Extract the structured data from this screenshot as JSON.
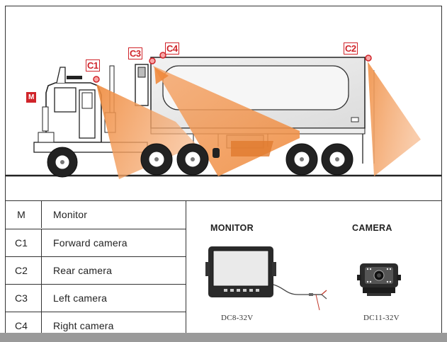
{
  "labels": {
    "m": "M",
    "c1": "C1",
    "c2": "C2",
    "c3": "C3",
    "c4": "C4"
  },
  "legend": [
    {
      "code": "M",
      "description": "Monitor"
    },
    {
      "code": "C1",
      "description": "Forward camera"
    },
    {
      "code": "C2",
      "description": "Rear camera"
    },
    {
      "code": "C3",
      "description": "Left camera"
    },
    {
      "code": "C4",
      "description": "Right camera"
    }
  ],
  "products": {
    "monitor": {
      "title": "MONITOR",
      "spec": "DC8-32V"
    },
    "camera": {
      "title": "CAMERA",
      "spec": "DC11-32V"
    }
  },
  "colors": {
    "camera_view": "#ef8a3c",
    "marker": "#d0242a",
    "line": "#222222"
  }
}
